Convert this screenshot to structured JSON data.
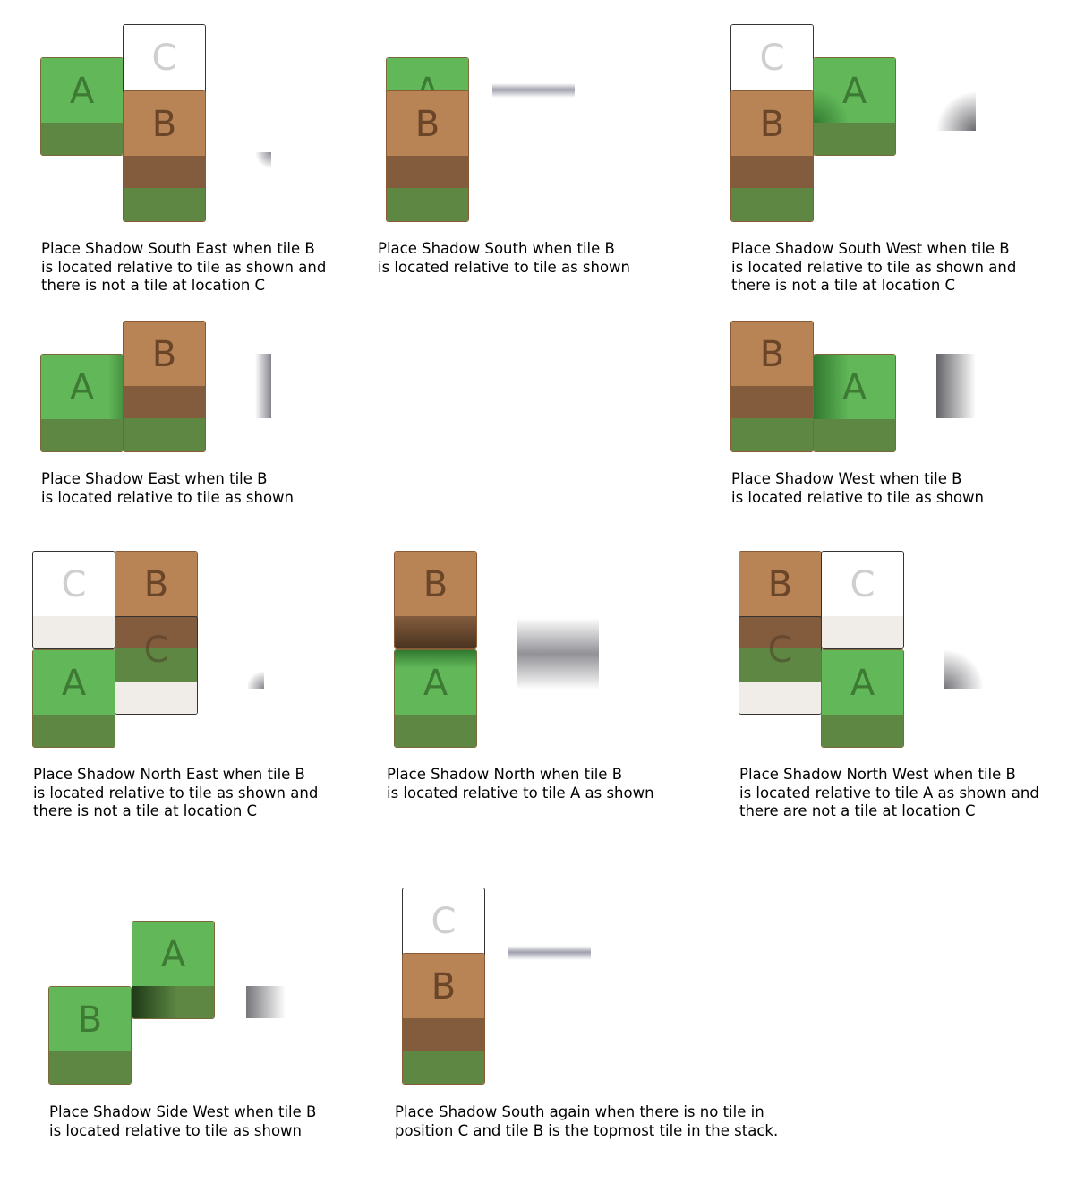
{
  "tile_letters": {
    "a": "A",
    "b": "B",
    "c": "C"
  },
  "colors": {
    "grass_top": "#62b859",
    "grass_side": "#5d8743",
    "dirt_top": "#b88456",
    "dirt_side": "#835c3e",
    "empty_side": "#f0ede9"
  },
  "panels": [
    {
      "id": "south-east",
      "caption": "Place Shadow South East when tile B\nis located relative to tile as shown and\nthere is not a tile at location C"
    },
    {
      "id": "south",
      "caption": "Place Shadow South when tile B\nis located relative to tile as shown"
    },
    {
      "id": "south-west",
      "caption": "Place Shadow South West when tile B\nis located relative to tile as shown and\nthere is not a tile at location C"
    },
    {
      "id": "east",
      "caption": "Place Shadow East when tile B\nis located relative to tile as shown"
    },
    {
      "id": "west",
      "caption": "Place Shadow West when tile B\nis located relative to tile as shown"
    },
    {
      "id": "north-east",
      "caption": "Place Shadow North East when tile B\nis located relative to tile as shown and\nthere is not a tile at location C"
    },
    {
      "id": "north",
      "caption": "Place Shadow North when tile B\nis located relative to tile A as shown"
    },
    {
      "id": "north-west",
      "caption": "Place Shadow North West when tile B\nis located relative to tile A as shown and\nthere are not a tile at location C"
    },
    {
      "id": "side-west",
      "caption": "Place Shadow Side West when tile B\nis located relative to tile as shown"
    },
    {
      "id": "south-again",
      "caption": "Place Shadow South again when there is no tile in\nposition C and tile B is the topmost tile in the stack."
    }
  ]
}
